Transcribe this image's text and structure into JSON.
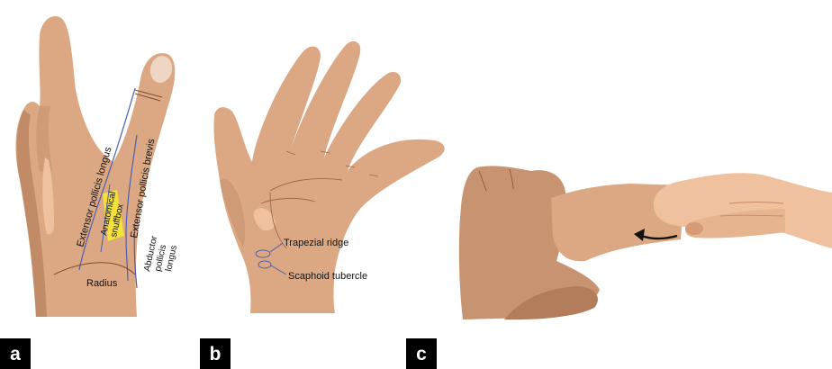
{
  "panels": [
    {
      "label": "a"
    },
    {
      "label": "b"
    },
    {
      "label": "c"
    }
  ],
  "annotations": {
    "extensor_pollicis_longus": "Extensor pollicis longus",
    "extensor_pollicis_brevis": "Extensor pollicis brevis",
    "anatomical": "Anatomical",
    "snuffbox": "snuffbox",
    "abductor": "Abductor",
    "pollicis": "pollicis",
    "longus": "longus",
    "radius": "Radius",
    "trapezial_ridge": "Trapezial ridge",
    "scaphoid_tubercle": "Scaphoid tubercle"
  },
  "colors": {
    "skin": "#dca883",
    "skin_shadow": "#c28b68",
    "skin_dark": "#a8704f",
    "skin_light": "#efc19e",
    "nail": "#efd5c4",
    "tendon_line": "#4a5fb0",
    "snuffbox_highlight": "#f4e13a",
    "arrow": "#111111"
  },
  "icons": {
    "arrow": "curved-arrow-icon"
  }
}
